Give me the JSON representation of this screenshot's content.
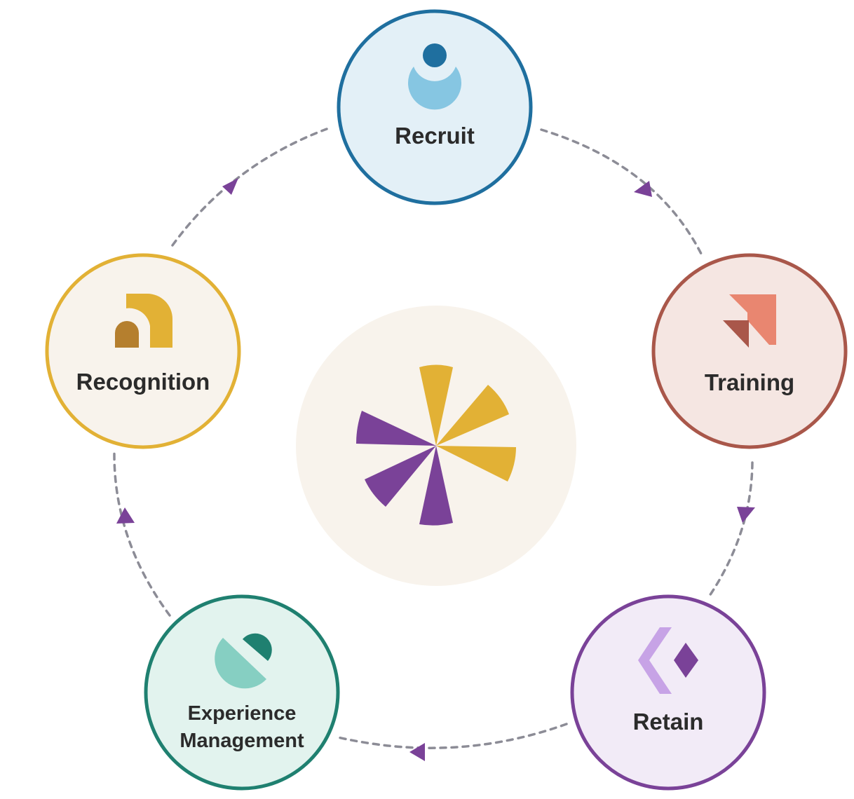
{
  "nodes": {
    "recruit": {
      "label": "Recruit",
      "icon": "person-icon",
      "fill": "#e3f0f7",
      "stroke": "#1f6f9f"
    },
    "training": {
      "label": "Training",
      "icon": "arrow-up-right-icon",
      "fill": "#f5e6e2",
      "stroke": "#a9574a"
    },
    "retain": {
      "label": "Retain",
      "icon": "diamond-icon",
      "fill": "#f2ebf7",
      "stroke": "#7a4298"
    },
    "experience": {
      "label_line1": "Experience",
      "label_line2": "Management",
      "icon": "split-circle-icon",
      "fill": "#e2f3ee",
      "stroke": "#1f8070"
    },
    "recognition": {
      "label": "Recognition",
      "icon": "arch-icon",
      "fill": "#f8f3ec",
      "stroke": "#e2b135"
    }
  },
  "center": {
    "icon": "asterisk-logo-icon",
    "fill": "#f8f3ec",
    "colors": {
      "gold": "#e2b135",
      "purple": "#7a4298"
    }
  },
  "connector": {
    "color": "#8c8c96",
    "arrow_color": "#7a4298"
  }
}
